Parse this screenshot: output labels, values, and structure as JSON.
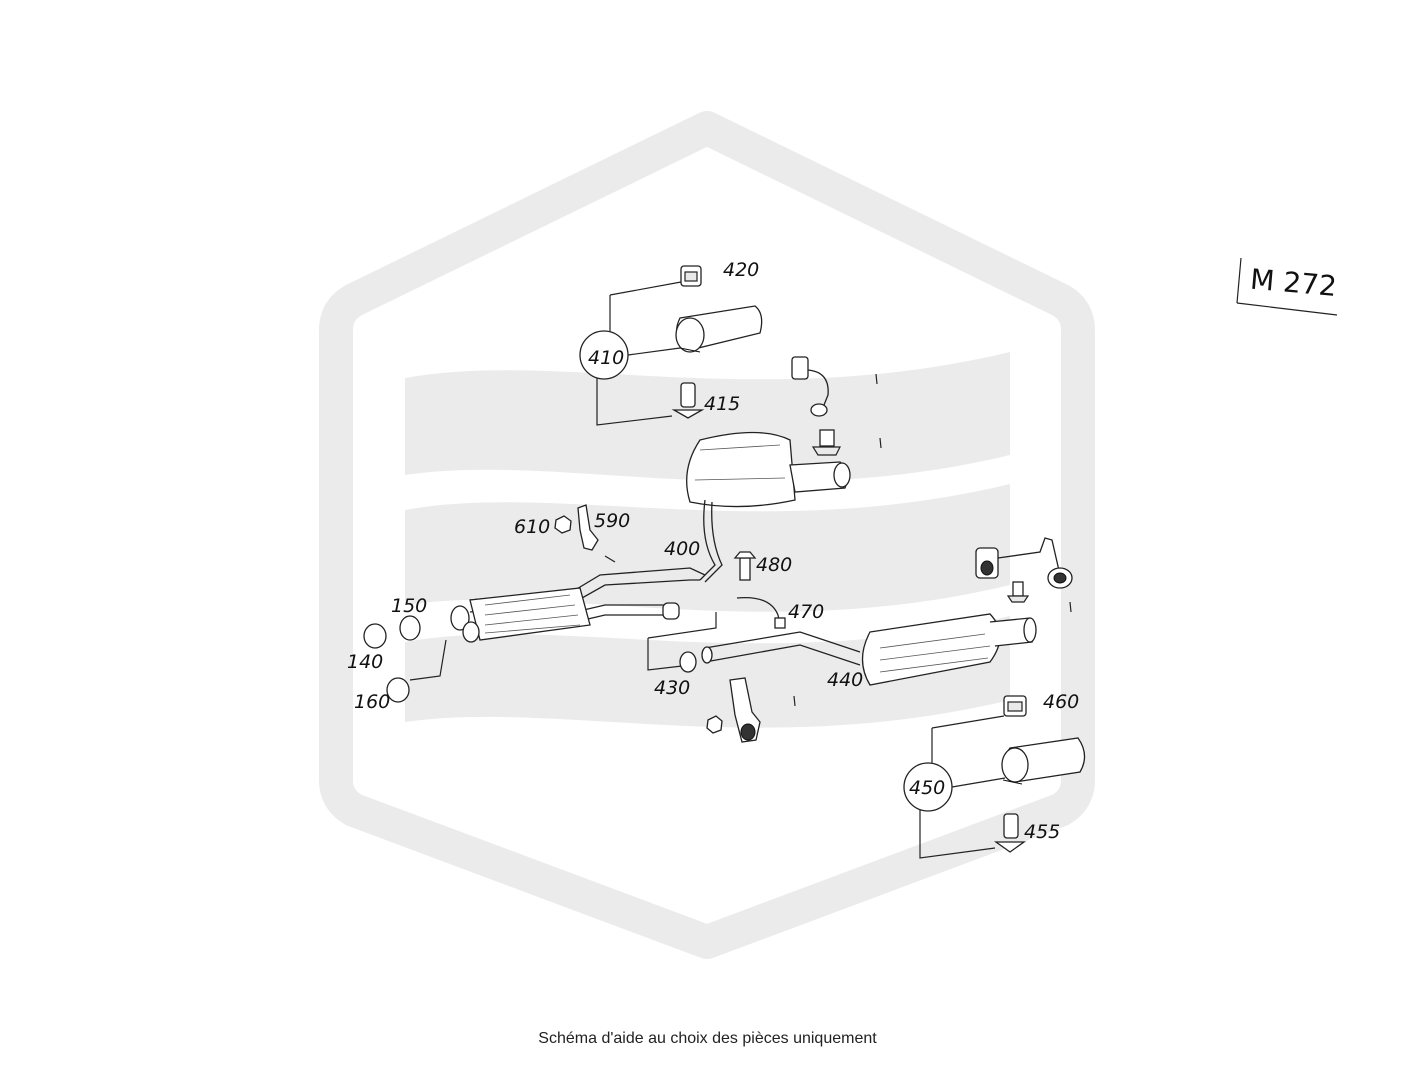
{
  "engine_code": "M 272",
  "caption": "Schéma d'aide au choix des pièces uniquement",
  "labels": {
    "p420": "420",
    "p410": "410",
    "p415": "415",
    "p610": "610",
    "p590": "590",
    "p400": "400",
    "p480": "480",
    "p470": "470",
    "p150": "150",
    "p140": "140",
    "p160": "160",
    "p430": "430",
    "p440": "440",
    "p460": "460",
    "p450": "450",
    "p455": "455"
  },
  "colors": {
    "watermark": "#ebebeb",
    "line": "#222222",
    "background": "#ffffff"
  }
}
